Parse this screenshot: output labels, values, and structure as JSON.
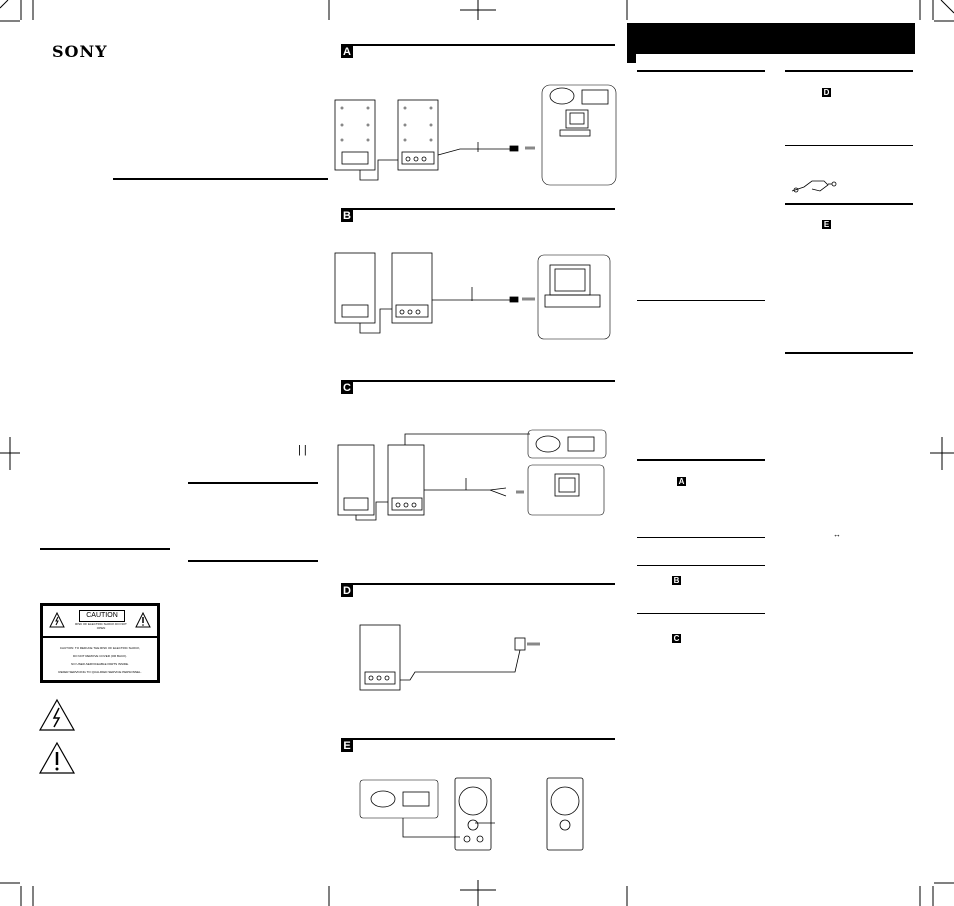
{
  "brand": {
    "logo": "SONY"
  },
  "sections": [
    {
      "id": "A",
      "label": "A"
    },
    {
      "id": "B",
      "label": "B"
    },
    {
      "id": "C",
      "label": "C"
    },
    {
      "id": "D",
      "label": "D"
    },
    {
      "id": "E",
      "label": "E"
    }
  ],
  "right_column": {
    "ref_A": "A",
    "ref_B": "B",
    "ref_C": "C",
    "ref_D": "D",
    "ref_E": "E",
    "arrow_symbol": "↔"
  },
  "caution": {
    "title": "CAUTION",
    "subtitle": "RISK OF ELECTRIC SHOCK DO NOT OPEN",
    "line1": "CAUTION: TO REDUCE THE RISK OF ELECTRIC SHOCK,",
    "line2": "DO NOT REMOVE COVER (OR BACK).",
    "line3": "NO USER-SERVICEABLE PARTS INSIDE.",
    "line4": "REFER SERVICING TO QUALIFIED SERVICE PERSONNEL."
  },
  "misc": {
    "pipe_marks": "| |"
  },
  "colors": {
    "ink": "#000000",
    "paper": "#ffffff",
    "diagram_gray": "#888888"
  }
}
